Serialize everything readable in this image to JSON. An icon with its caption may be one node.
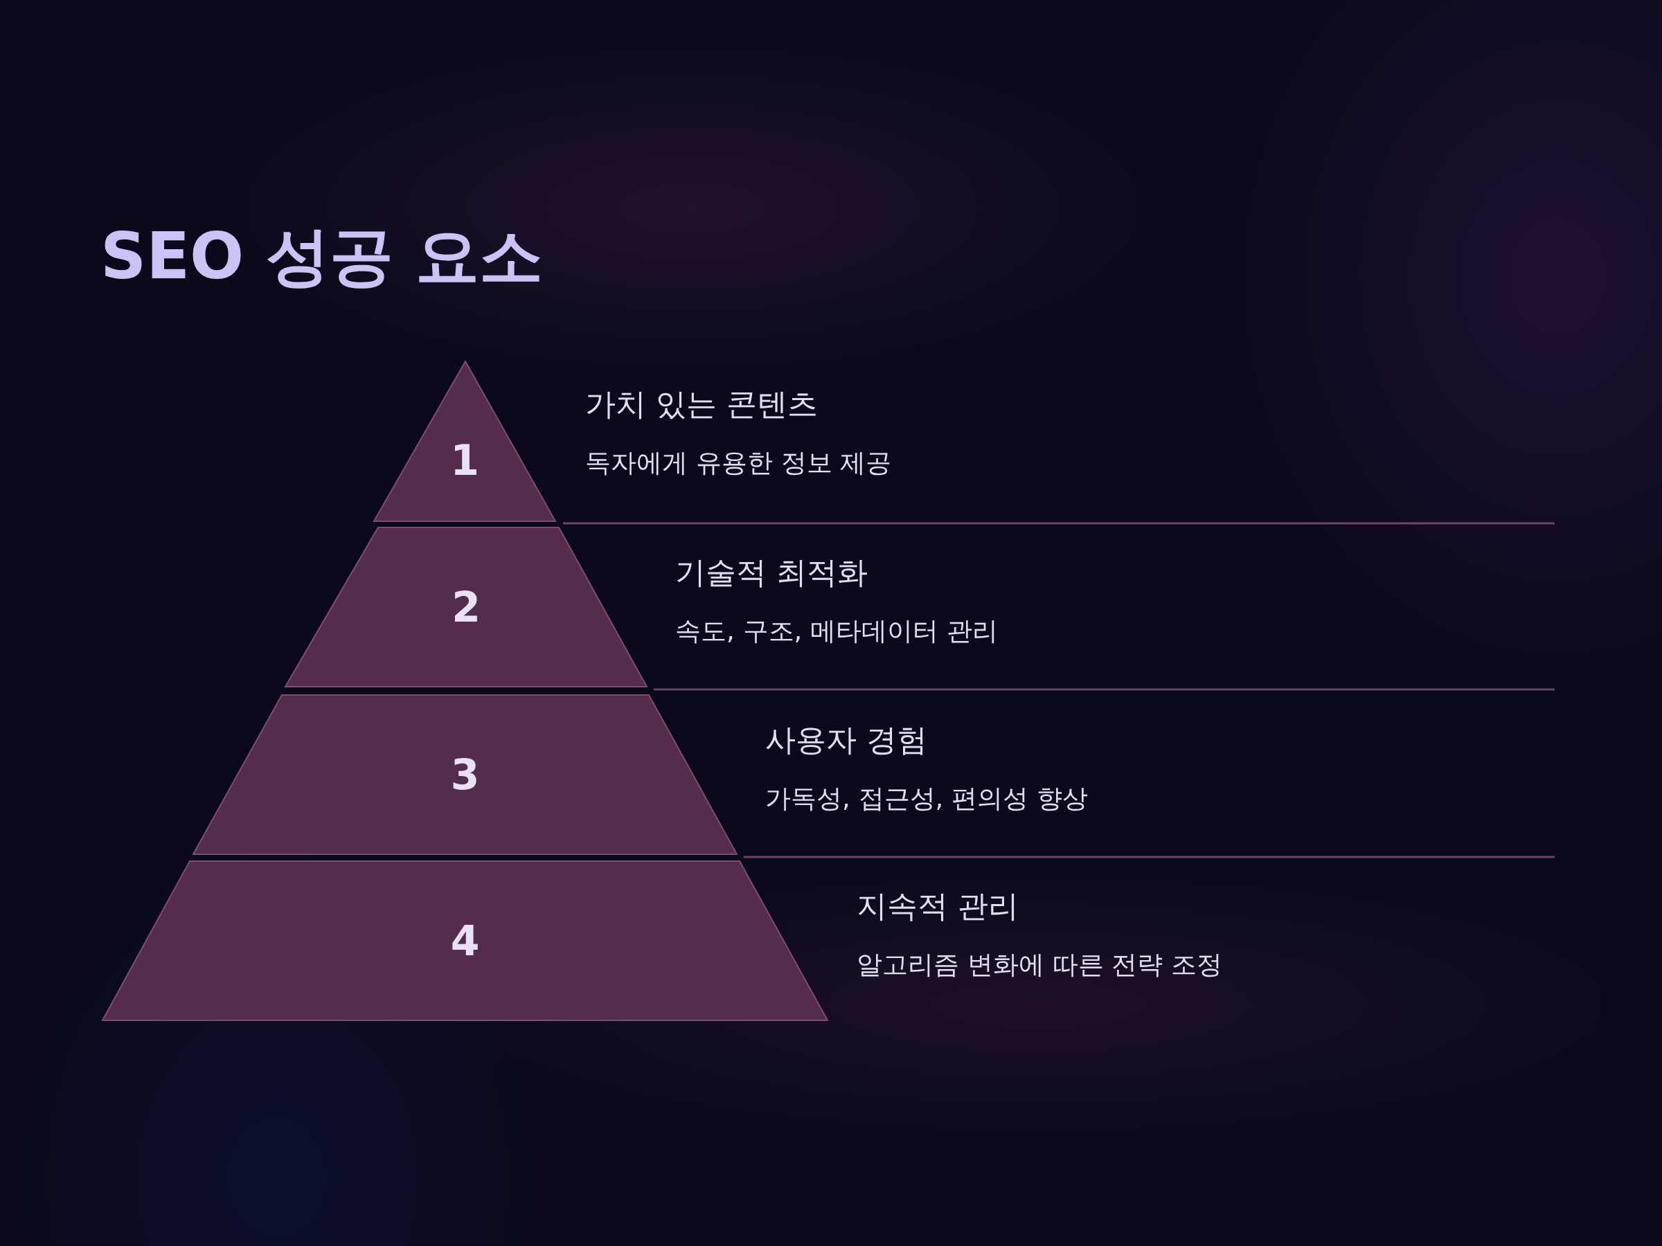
{
  "diagram": {
    "title": "SEO 성공 요소",
    "nodes": [
      {
        "text": [
          "1"
        ],
        "beside": [
          "가치 있는 콘텐츠",
          "독자에게 유용한 정보 제공"
        ]
      },
      {
        "text": [
          "2"
        ],
        "beside": [
          "기술적 최적화",
          "속도, 구조, 메타데이터 관리"
        ]
      },
      {
        "text": [
          "3"
        ],
        "beside": [
          "사용자 경험",
          "가독성, 접근성, 편의성 향상"
        ]
      },
      {
        "text": [
          "4"
        ],
        "beside": [
          "지속적 관리",
          "알고리즘 변화에 따른 전략 조정"
        ]
      }
    ]
  }
}
